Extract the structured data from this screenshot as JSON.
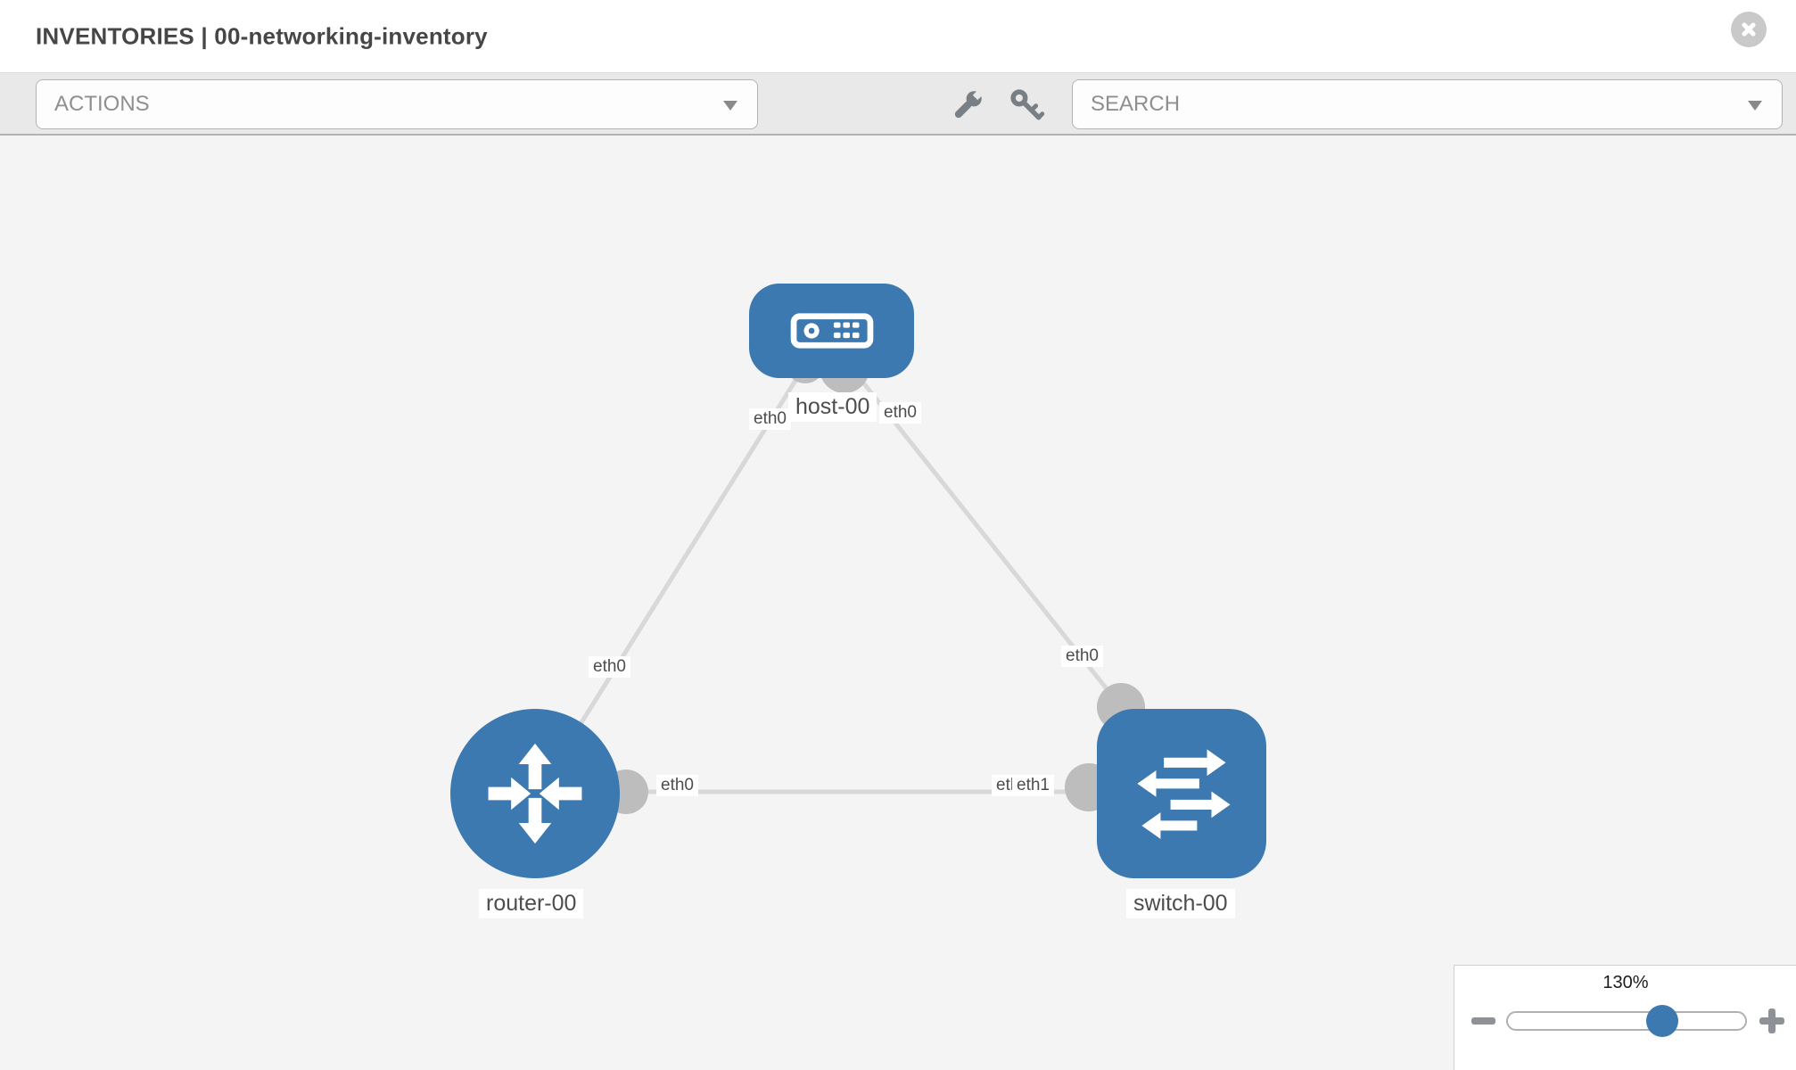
{
  "header": {
    "title": "INVENTORIES | 00-networking-inventory",
    "close_icon": "close-icon"
  },
  "toolbar": {
    "actions": {
      "value": "ACTIONS"
    },
    "search": {
      "value": "SEARCH"
    },
    "icons": [
      "wrench-icon",
      "key-icon"
    ]
  },
  "topology": {
    "nodes": [
      {
        "label": "host-00",
        "type": "host",
        "icon": "host-icon"
      },
      {
        "label": "router-00",
        "type": "router",
        "icon": "router-icon"
      },
      {
        "label": "switch-00",
        "type": "switch",
        "icon": "switch-icon"
      }
    ],
    "links": [
      {
        "from": "host-00",
        "from_interface": "eth0",
        "to": "router-00",
        "to_interface": "eth0"
      },
      {
        "from": "host-00",
        "from_interface": "eth0",
        "to": "switch-00",
        "to_interface": "eth0"
      },
      {
        "from": "router-00",
        "from_interface": "eth0",
        "to": "switch-00",
        "to_interface": "eth1",
        "to_interface_overlapped": "eth0"
      }
    ]
  },
  "zoom_control": {
    "level": "130%",
    "minus_icon": "zoom-out-icon",
    "plus_icon": "zoom-in-icon"
  },
  "colors": {
    "node_blue": "#3b79b0",
    "link_gray": "#d8d8d8",
    "port_gray": "#bdbdbd",
    "toolbar_bg": "#e9e9e9",
    "canvas_bg": "#f4f4f4",
    "title_text": "#464646"
  }
}
